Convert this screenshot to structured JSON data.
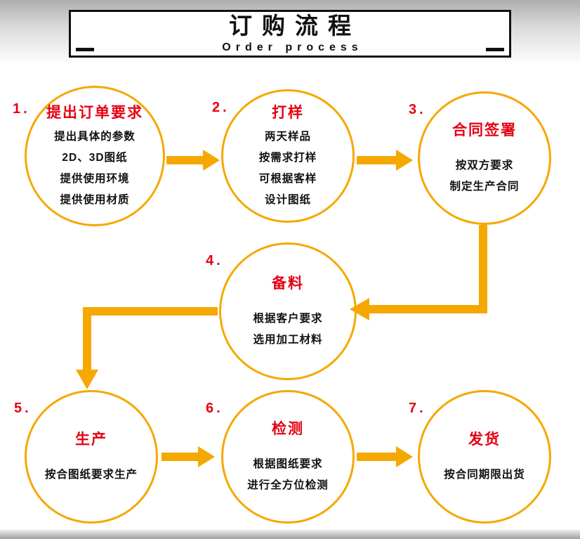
{
  "header": {
    "title": "订购流程",
    "subtitle": "Order process"
  },
  "steps": [
    {
      "num": "1.",
      "title": "提出订单要求",
      "lines": [
        "提出具体的参数",
        "2D、3D图纸",
        "提供使用环境",
        "提供使用材质"
      ]
    },
    {
      "num": "2.",
      "title": "打样",
      "lines": [
        "两天样品",
        "按需求打样",
        "可根据客样",
        "设计图纸"
      ]
    },
    {
      "num": "3.",
      "title": "合同签署",
      "lines": [
        "按双方要求",
        "制定生产合同"
      ]
    },
    {
      "num": "4.",
      "title": "备料",
      "lines": [
        "根据客户要求",
        "选用加工材料"
      ]
    },
    {
      "num": "5.",
      "title": "生产",
      "lines": [
        "按合图纸要求生产"
      ]
    },
    {
      "num": "6.",
      "title": "检测",
      "lines": [
        "根据图纸要求",
        "进行全方位检测"
      ]
    },
    {
      "num": "7.",
      "title": "发货",
      "lines": [
        "按合同期限出货"
      ]
    }
  ],
  "colors": {
    "circle_border": "#F5A800",
    "arrow": "#F5A800",
    "step_red": "#E60012"
  }
}
